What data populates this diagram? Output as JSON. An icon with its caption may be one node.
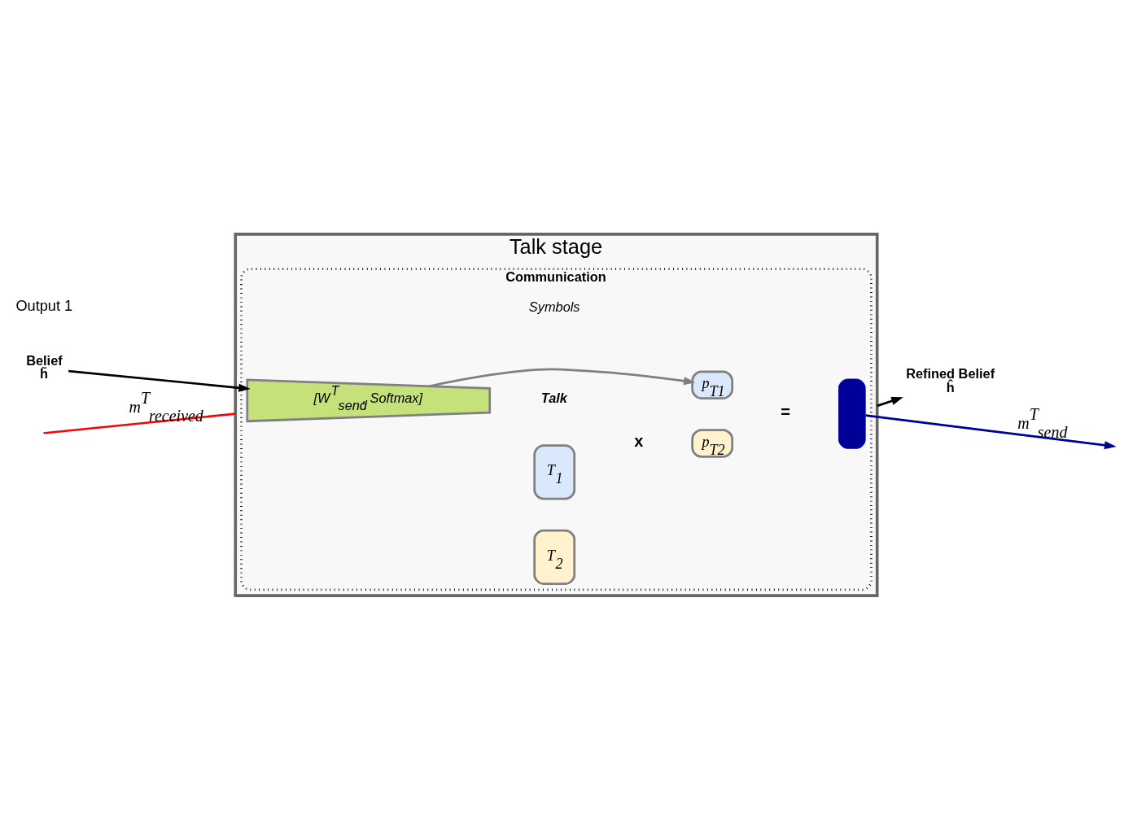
{
  "diagram": {
    "nodes": [
      {
        "text": [
          "Talk stage"
        ]
      },
      {
        "text": [
          "Communication"
        ],
        "in": 0
      },
      {
        "text": [
          "[W$^{T}$$_{send}$, Softmax]"
        ],
        "in": 1
      },
      {
        "text": [
          "T$_{1}$"
        ],
        "in": 1
      },
      {
        "text": [
          "T$_{2}$"
        ],
        "in": 1
      },
      {
        "text": [
          "p$_{T1}$"
        ],
        "in": 1
      },
      {
        "text": [
          "p$_{T2}$"
        ],
        "in": 1
      },
      {
        "text": [],
        "shape": "bar",
        "in": 1
      },
      {
        "text": [
          "Belief",
          "h̃"
        ]
      },
      {
        "text": [
          "Refined Belief",
          "ĥ"
        ]
      }
    ],
    "edges": [
      {
        "from": 8,
        "to": 2,
        "arrow": "to"
      },
      {
        "from": 2,
        "to": 5,
        "arrow": "to",
        "color": "#808080"
      },
      {
        "from": 0,
        "to": 9,
        "arrow": "to"
      },
      {
        "from": 7,
        "to": null,
        "arrow": "to",
        "color": "#000099",
        "label": "m$^{T}$$_{send}$"
      },
      {
        "from": null,
        "to": 0,
        "arrow": "none",
        "color": "#ff0000",
        "label": "m$^{T}$$_{received}$"
      }
    ],
    "labels": [
      "Talk",
      "Symbols",
      "x",
      "=",
      "Output 1"
    ]
  }
}
